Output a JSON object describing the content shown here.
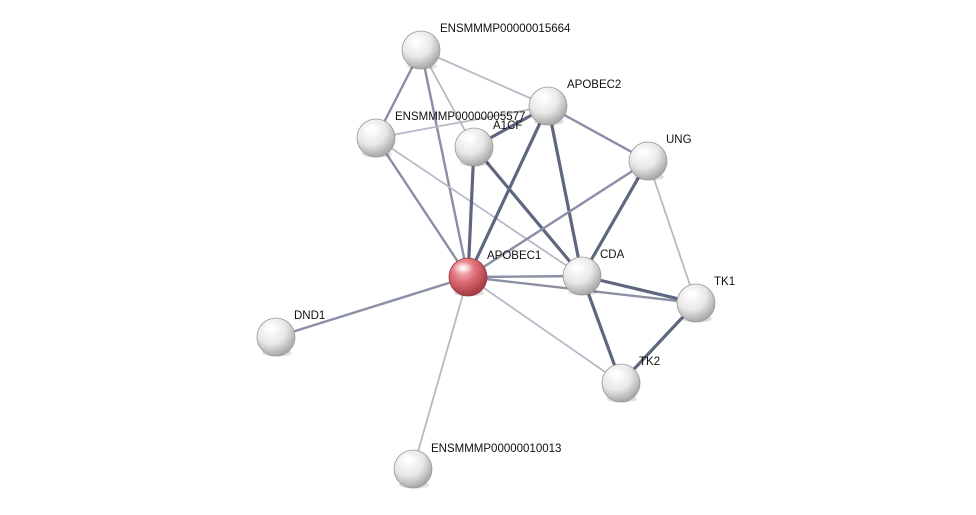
{
  "colors": {
    "query_node": "#d9606a",
    "partner_node": "#f0f0f0",
    "edge_strong": "#5e6680",
    "edge_medium": "#8a8fa6",
    "edge_weak": "#b8b8c8"
  },
  "nodes": [
    {
      "id": "ENSMMMP00000015664",
      "label": "ENSMMMP00000015664",
      "type": "partner"
    },
    {
      "id": "APOBEC2",
      "label": "APOBEC2",
      "type": "partner"
    },
    {
      "id": "ENSMMMP00000005577",
      "label": "ENSMMMP00000005577",
      "type": "partner"
    },
    {
      "id": "A1CF",
      "label": "A1CF",
      "type": "partner"
    },
    {
      "id": "UNG",
      "label": "UNG",
      "type": "partner"
    },
    {
      "id": "APOBEC1",
      "label": "APOBEC1",
      "type": "query"
    },
    {
      "id": "CDA",
      "label": "CDA",
      "type": "partner"
    },
    {
      "id": "TK1",
      "label": "TK1",
      "type": "partner"
    },
    {
      "id": "DND1",
      "label": "DND1",
      "type": "partner"
    },
    {
      "id": "TK2",
      "label": "TK2",
      "type": "partner"
    },
    {
      "id": "ENSMMMP00000010013",
      "label": "ENSMMMP00000010013",
      "type": "partner"
    }
  ],
  "edges": [
    {
      "source": "ENSMMMP00000015664",
      "target": "APOBEC2",
      "strength": "weak"
    },
    {
      "source": "ENSMMMP00000015664",
      "target": "ENSMMMP00000005577",
      "strength": "medium"
    },
    {
      "source": "ENSMMMP00000015664",
      "target": "APOBEC1",
      "strength": "medium"
    },
    {
      "source": "ENSMMMP00000015664",
      "target": "A1CF",
      "strength": "weak"
    },
    {
      "source": "ENSMMMP00000005577",
      "target": "APOBEC2",
      "strength": "weak"
    },
    {
      "source": "ENSMMMP00000005577",
      "target": "APOBEC1",
      "strength": "medium"
    },
    {
      "source": "ENSMMMP00000005577",
      "target": "CDA",
      "strength": "weak"
    },
    {
      "source": "APOBEC2",
      "target": "APOBEC1",
      "strength": "strong"
    },
    {
      "source": "APOBEC2",
      "target": "CDA",
      "strength": "strong"
    },
    {
      "source": "APOBEC2",
      "target": "UNG",
      "strength": "medium"
    },
    {
      "source": "APOBEC2",
      "target": "A1CF",
      "strength": "strong"
    },
    {
      "source": "A1CF",
      "target": "APOBEC1",
      "strength": "strong"
    },
    {
      "source": "A1CF",
      "target": "CDA",
      "strength": "strong"
    },
    {
      "source": "UNG",
      "target": "APOBEC1",
      "strength": "medium"
    },
    {
      "source": "UNG",
      "target": "CDA",
      "strength": "strong"
    },
    {
      "source": "UNG",
      "target": "TK1",
      "strength": "weak"
    },
    {
      "source": "APOBEC1",
      "target": "CDA",
      "strength": "medium"
    },
    {
      "source": "APOBEC1",
      "target": "TK1",
      "strength": "medium"
    },
    {
      "source": "APOBEC1",
      "target": "TK2",
      "strength": "weak"
    },
    {
      "source": "APOBEC1",
      "target": "DND1",
      "strength": "medium"
    },
    {
      "source": "APOBEC1",
      "target": "ENSMMMP00000010013",
      "strength": "weak"
    },
    {
      "source": "CDA",
      "target": "TK1",
      "strength": "strong"
    },
    {
      "source": "CDA",
      "target": "TK2",
      "strength": "strong"
    },
    {
      "source": "TK1",
      "target": "TK2",
      "strength": "strong"
    }
  ]
}
